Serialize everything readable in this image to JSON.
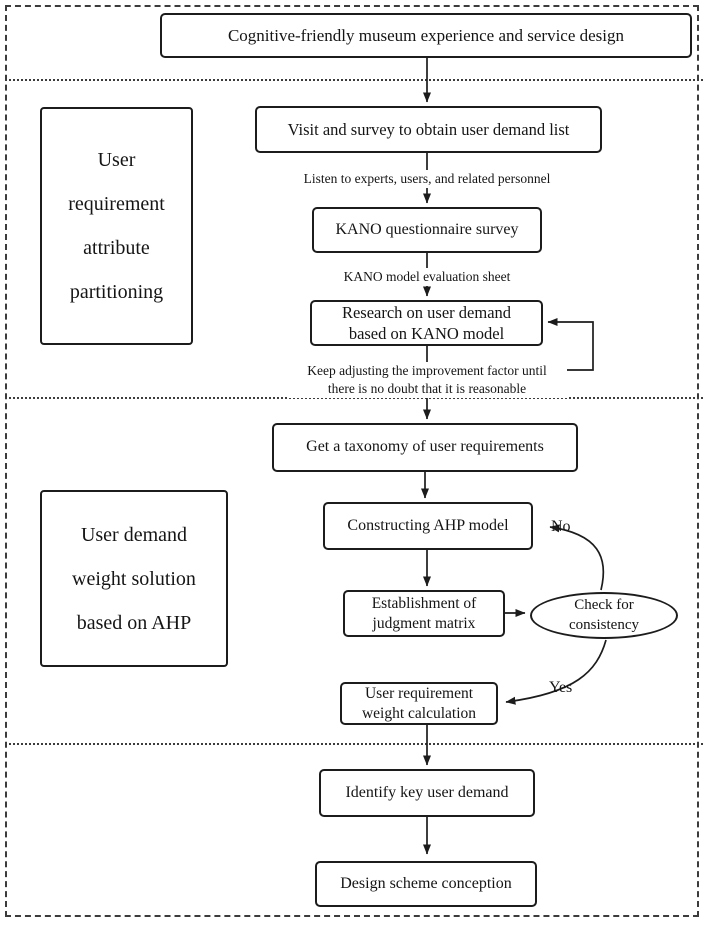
{
  "diagram": {
    "title_box": "Cognitive-friendly museum experience and service design",
    "section1": {
      "side_label": [
        "User",
        "requirement",
        "attribute",
        "partitioning"
      ],
      "visit_box": "Visit and survey to obtain user demand list",
      "listen_label": "Listen to experts, users, and related personnel",
      "kano_box": "KANO questionnaire survey",
      "kano_sheet_label": "KANO model evaluation sheet",
      "research_box": [
        "Research on user demand",
        "based on KANO model"
      ],
      "adjust_label": [
        "Keep adjusting the improvement factor until",
        "there is no doubt that it is reasonable"
      ]
    },
    "section2": {
      "side_label": [
        "User demand",
        "weight solution",
        "based on AHP"
      ],
      "taxonomy_box": "Get a taxonomy of user requirements",
      "ahp_box": "Constructing AHP model",
      "no_label": "No",
      "establishment_box": [
        "Establishment of",
        "judgment matrix"
      ],
      "check_ellipse": [
        "Check for",
        "consistency"
      ],
      "yes_label": "Yes",
      "weight_box": [
        "User requirement",
        "weight calculation"
      ]
    },
    "section3": {
      "identify_box": "Identify key user demand",
      "design_box": "Design scheme conception"
    },
    "colors": {
      "ink": "#1c1c1c",
      "background": "#ffffff"
    }
  }
}
